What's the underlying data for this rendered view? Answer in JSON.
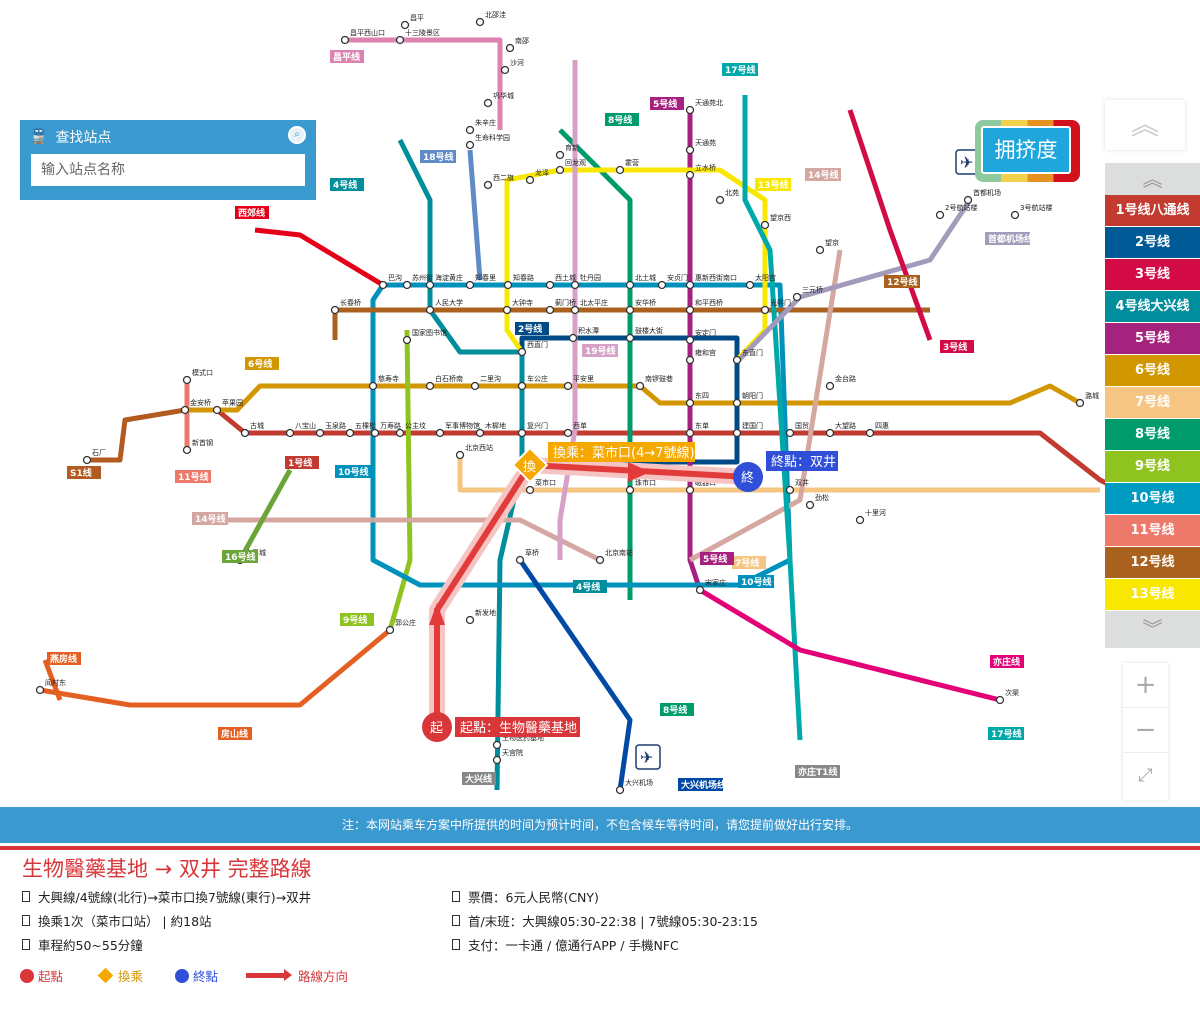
{
  "search": {
    "title": "查找站点",
    "placeholder": "输入站点名称"
  },
  "crowd_label": "拥挤度",
  "line_panel": {
    "items": [
      {
        "label": "1号线八通线",
        "color": "#c23a30"
      },
      {
        "label": "2号线",
        "color": "#005a96"
      },
      {
        "label": "3号线",
        "color": "#d20a46"
      },
      {
        "label": "4号线大兴线",
        "color": "#008e9c"
      },
      {
        "label": "5号线",
        "color": "#a5237f"
      },
      {
        "label": "6号线",
        "color": "#d29700"
      },
      {
        "label": "7号线",
        "color": "#f6c582"
      },
      {
        "label": "8号线",
        "color": "#009b6b"
      },
      {
        "label": "9号线",
        "color": "#8fc31f"
      },
      {
        "label": "10号线",
        "color": "#009bc0"
      },
      {
        "label": "11号线",
        "color": "#ed796b"
      },
      {
        "label": "12号线",
        "color": "#a9611d"
      },
      {
        "label": "13号线",
        "color": "#f9e700"
      }
    ]
  },
  "map": {
    "lines": [
      {
        "name": "1号线",
        "color": "#c23a30"
      },
      {
        "name": "2号线",
        "color": "#004b87"
      },
      {
        "name": "4号线",
        "color": "#008e9c"
      },
      {
        "name": "5号线",
        "color": "#a6217f"
      },
      {
        "name": "6号线",
        "color": "#d29700"
      },
      {
        "name": "7号线",
        "color": "#f6c582"
      },
      {
        "name": "8号线",
        "color": "#009b6b"
      },
      {
        "name": "9号线",
        "color": "#8fc31f"
      },
      {
        "name": "10号线",
        "color": "#0092bc"
      },
      {
        "name": "11号线",
        "color": "#ed796b"
      },
      {
        "name": "12号线",
        "color": "#a9611d"
      },
      {
        "name": "13号线",
        "color": "#f9e700"
      },
      {
        "name": "14号线",
        "color": "#d5a7a1"
      },
      {
        "name": "16号线",
        "color": "#6ba539"
      },
      {
        "name": "17号线",
        "color": "#00a9a9"
      },
      {
        "name": "19号线",
        "color": "#d7a0c6"
      },
      {
        "name": "S1线",
        "color": "#b35a20"
      },
      {
        "name": "昌平线",
        "color": "#de82b2"
      },
      {
        "name": "房山线",
        "color": "#e46022"
      },
      {
        "name": "亦庄线",
        "color": "#e40077"
      },
      {
        "name": "首都机场线",
        "color": "#a29bbb"
      },
      {
        "name": "大兴机场线",
        "color": "#0049a5"
      },
      {
        "name": "西郊线",
        "color": "#e50019"
      },
      {
        "name": "18号线",
        "color": "#5e8ac6"
      },
      {
        "name": "3号线",
        "color": "#d20a46"
      },
      {
        "name": "燕房线",
        "color": "#e46022"
      }
    ],
    "badges": [
      "17号线",
      "5号线",
      "8号线",
      "18号线",
      "4号线",
      "13号线",
      "14号线",
      "12号线",
      "2号线",
      "19号线",
      "6号线",
      "3号线",
      "1号线",
      "10号线",
      "11号线",
      "S1线",
      "14号线",
      "16号线",
      "9号线",
      "7号线",
      "5号线",
      "4号线",
      "10号线",
      "8号线",
      "17号线",
      "昌平线",
      "西郊线",
      "首都机场线",
      "大兴机场线",
      "燕房线",
      "房山线",
      "亦庄线",
      "大兴线",
      "亦庄T1线"
    ],
    "stations": [
      "昌平",
      "昌平西山口",
      "十三陵景区",
      "北邵洼",
      "南邵",
      "沙河",
      "巩华城",
      "朱辛庄",
      "生命科学园",
      "西二旗",
      "育新",
      "霍营",
      "回龙观",
      "龙泽",
      "天通苑北",
      "天通苑",
      "立水桥",
      "北苑",
      "望京",
      "望京西",
      "巴沟",
      "苏州街",
      "海淀黄庄",
      "知春里",
      "知春路",
      "西土城",
      "牡丹园",
      "北土城",
      "安贞门",
      "惠新西街南口",
      "太阳宫",
      "三元桥",
      "长春桥",
      "人民大学",
      "大钟寺",
      "蓟门桥",
      "北太平庄",
      "安华桥",
      "和平西桥",
      "光熙门",
      "国家图书馆",
      "西直门",
      "积水潭",
      "鼓楼大街",
      "安定门",
      "雍和宫",
      "东直门",
      "车公庄",
      "平安里",
      "南锣鼓巷",
      "东四",
      "朝阳门",
      "金台路",
      "慈寿寺",
      "白石桥南",
      "二里沟",
      "金安桥",
      "苹果园",
      "古城",
      "八宝山",
      "玉泉路",
      "五棵松",
      "万寿路",
      "公主坟",
      "军事博物馆",
      "木樨地",
      "复兴门",
      "西单",
      "东单",
      "建国门",
      "国贸",
      "大望路",
      "四惠",
      "北京西站",
      "菜市口",
      "珠市口",
      "磁器口",
      "双井",
      "北京南站",
      "宋家庄",
      "郭公庄",
      "石厂",
      "模式口",
      "新首钢",
      "宛平城",
      "草桥",
      "新发地",
      "天宫院",
      "生物医药基地",
      "大兴机场",
      "首都机场",
      "2号航站楼",
      "3号航站楼",
      "潞城",
      "次渠",
      "阎村东",
      "十里河",
      "劲松"
    ],
    "route": {
      "start_badge": "起",
      "start_label": "起點：生物醫藥基地",
      "transfer_badge": "換",
      "transfer_label": "換乘：菜市口(4→7號線)",
      "end_badge": "終",
      "end_label": "終點：双井"
    }
  },
  "note": "注：本网站乘车方案中所提供的时间为预计时间，不包含候车等待时间，请您提前做好出行安排。",
  "summary": {
    "title": "生物醫藥基地 → 双井  完整路線",
    "left": [
      "大興線/4號線(北行)→菜市口換7號線(東行)→双井",
      "換乘1次（菜市口站）  |  約18站",
      "車程約50~55分鐘"
    ],
    "right": [
      "票價：6元人民幣(CNY)",
      "首/末班：大興線05:30-22:38 | 7號線05:30-23:15",
      "支付：一卡通 / 億通行APP / 手機NFC"
    ],
    "legend": {
      "start": "起點",
      "transfer": "換乘",
      "end": "終點",
      "direction": "路線方向"
    },
    "colors": {
      "start": "#d9363a",
      "transfer": "#f5a800",
      "end": "#2f4fd8",
      "direction": "#d9363a"
    }
  }
}
